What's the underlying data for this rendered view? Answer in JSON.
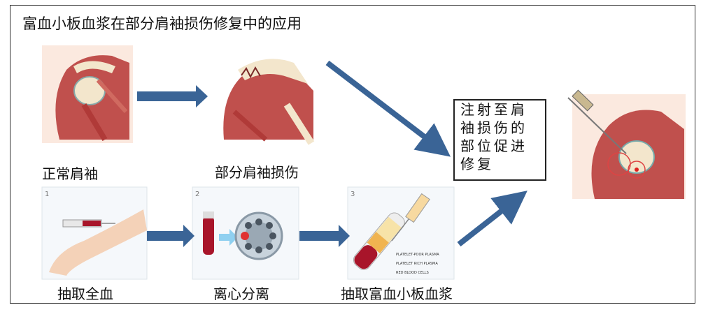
{
  "title": "富血小板血浆在部分肩袖损伤修复中的应用",
  "captions": {
    "normal": "正常肩袖",
    "injury": "部分肩袖损伤",
    "draw_blood": "抽取全血",
    "centrifuge": "离心分离",
    "extract_prp": "抽取富血小板血浆"
  },
  "note_lines": [
    "注射至肩",
    "袖损伤的",
    "部位促进",
    "修复"
  ],
  "steps": [
    "1",
    "2",
    "3"
  ],
  "tube_layers": [
    "PLATELET-POOR PLASMA",
    "PLATELET RICH PLASMA",
    "RED BLOOD CELLS"
  ],
  "colors": {
    "arrow": "#3a6496",
    "muscle": "#c0504d",
    "bone": "#f3e6cc",
    "blood": "#a8152a",
    "plasma": "#f0b450"
  }
}
